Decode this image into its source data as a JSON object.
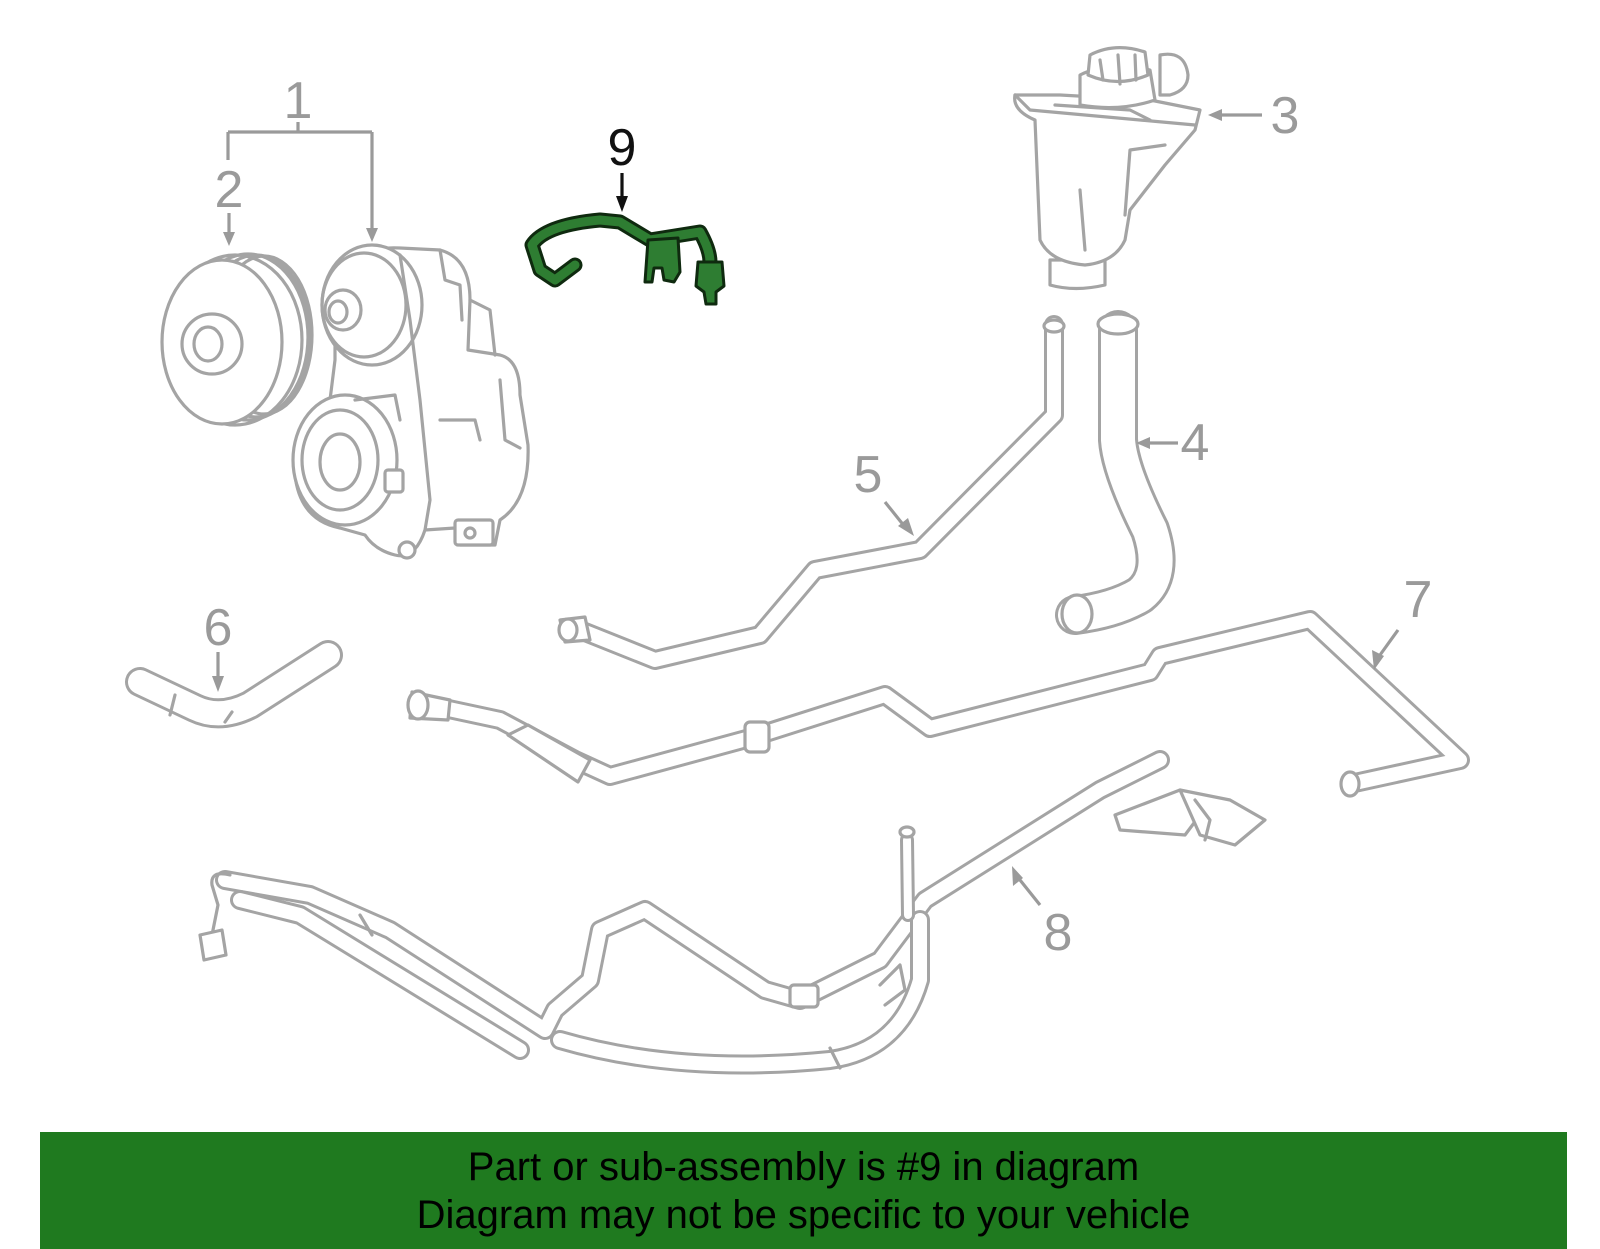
{
  "diagram": {
    "callouts": [
      "1",
      "2",
      "3",
      "4",
      "5",
      "6",
      "7",
      "8",
      "9"
    ],
    "highlighted_callout": "9",
    "highlight_color": "#2e7d32",
    "part_line_color": "#a4a4a4"
  },
  "banner": {
    "background_color": "#1f7a1f",
    "line1": "Part or sub-assembly is #9 in diagram",
    "line2": "Diagram may not be specific to your vehicle"
  }
}
